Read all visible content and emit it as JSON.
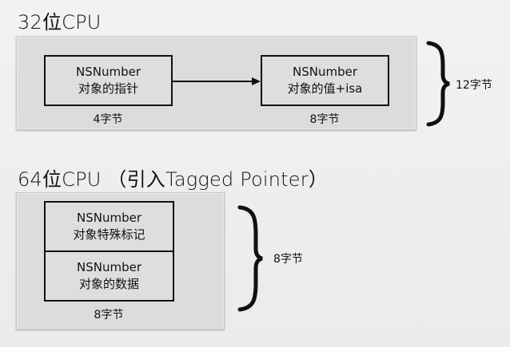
{
  "section32": {
    "title": "32位CPU",
    "pointer_box": {
      "line1": "NSNumber",
      "line2": "对象的指针"
    },
    "value_box": {
      "line1": "NSNumber",
      "line2": "对象的值+isa"
    },
    "pointer_size": "4字节",
    "value_size": "8字节",
    "total_size": "12字节"
  },
  "section64": {
    "title": "64位CPU （引入Tagged Pointer）",
    "tag_box": {
      "line1": "NSNumber",
      "line2": "对象特殊标记"
    },
    "data_box": {
      "line1": "NSNumber",
      "line2": "对象的数据"
    },
    "size": "8字节",
    "total_size": "8字节"
  }
}
